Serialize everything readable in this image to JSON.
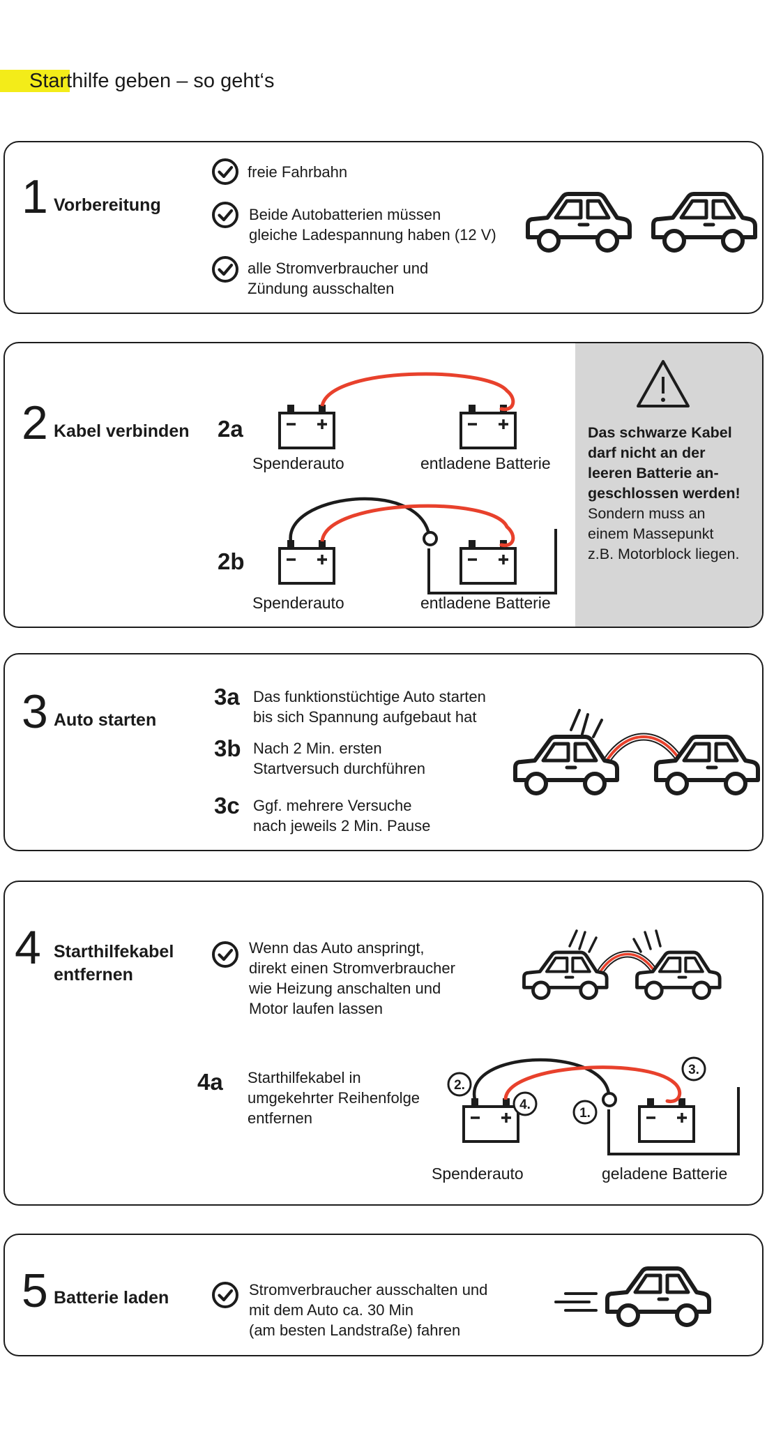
{
  "title": "Starthilfe geben – so geht‘s",
  "colors": {
    "highlight": "#f3ec19",
    "cable_red": "#e8412c",
    "ink": "#1c1c1c",
    "note_bg": "#d6d6d6"
  },
  "icons": [
    "check-circle-icon",
    "car-icon",
    "battery-icon",
    "warning-triangle-icon",
    "motion-lines-icon"
  ],
  "steps": {
    "s1": {
      "number": "1",
      "title": "Vorbereitung",
      "items": [
        {
          "lines": [
            "freie Fahrbahn"
          ]
        },
        {
          "lines": [
            "Beide Autobatterien müssen",
            "gleiche Ladespannung haben (12 V)"
          ]
        },
        {
          "lines": [
            "alle Stromverbraucher und",
            "Zündung ausschalten"
          ]
        }
      ]
    },
    "s2": {
      "number": "2",
      "title": "Kabel verbinden",
      "sub_a": "2a",
      "sub_b": "2b",
      "donor": "Spenderauto",
      "dead": "entladene Batterie",
      "note_bold": [
        "Das schwarze Kabel",
        "darf nicht an der",
        "leeren Batterie an-",
        "geschlossen werden!"
      ],
      "note_regular": [
        "Sondern muss an",
        "einem Massepunkt",
        "z.B. Motorblock liegen."
      ]
    },
    "s3": {
      "number": "3",
      "title": "Auto starten",
      "items": [
        {
          "label": "3a",
          "lines": [
            "Das funktionstüchtige Auto starten",
            "bis sich Spannung aufgebaut hat"
          ]
        },
        {
          "label": "3b",
          "lines": [
            "Nach 2 Min. ersten",
            "Startversuch durchführen"
          ]
        },
        {
          "label": "3c",
          "lines": [
            "Ggf. mehrere Versuche",
            "nach jeweils 2 Min. Pause"
          ]
        }
      ]
    },
    "s4": {
      "number": "4",
      "title_lines": [
        "Starthilfekabel",
        "entfernen"
      ],
      "item_lines": [
        "Wenn das Auto anspringt,",
        "direkt einen Stromverbraucher",
        "wie Heizung anschalten und",
        "Motor laufen lassen"
      ],
      "sub_a": "4a",
      "sub_a_lines": [
        "Starthilfekabel in",
        "umgekehrter Reihenfolge",
        "entfernen"
      ],
      "order": [
        "1.",
        "2.",
        "3.",
        "4."
      ],
      "donor": "Spenderauto",
      "charged": "geladene Batterie"
    },
    "s5": {
      "number": "5",
      "title": "Batterie laden",
      "item_lines": [
        "Stromverbraucher ausschalten und",
        "mit dem Auto ca. 30 Min",
        "(am besten Landstraße) fahren"
      ]
    }
  }
}
